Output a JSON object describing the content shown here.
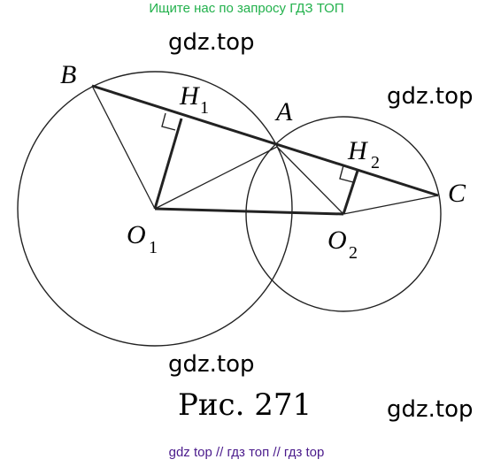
{
  "header": {
    "promo_text": "Ищите нас по запросу ГДЗ ТОП"
  },
  "watermarks": [
    "gdz.top",
    "gdz.top",
    "gdz.top",
    "gdz.top"
  ],
  "figure": {
    "caption": "Рис. 271",
    "labels": {
      "B": "B",
      "A": "A",
      "C": "C",
      "H1": "H",
      "H1_sub": "1",
      "H2": "H",
      "H2_sub": "2",
      "O1": "O",
      "O1_sub": "1",
      "O2": "O",
      "O2_sub": "2"
    }
  },
  "footer": {
    "links_text": "gdz top  //  гдз топ  //  гдз top"
  }
}
